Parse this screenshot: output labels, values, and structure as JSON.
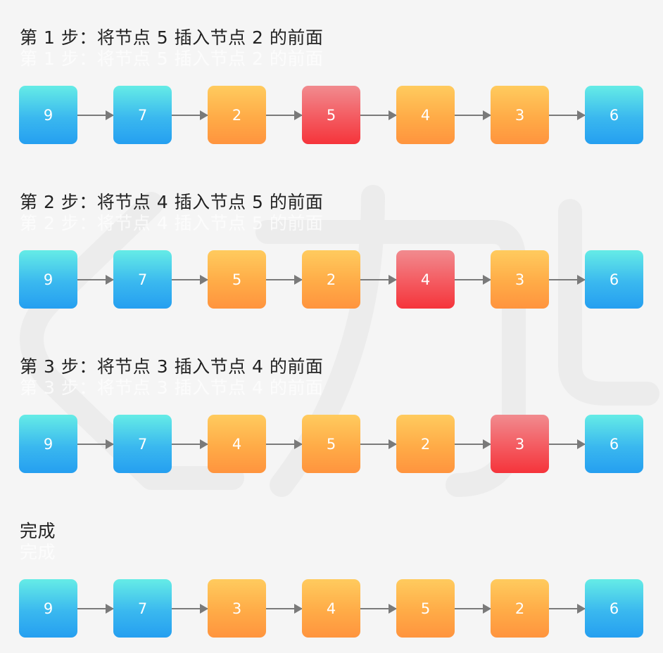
{
  "colors": {
    "blue": "#259ff0",
    "orange": "#ffab47",
    "red": "#f5343b",
    "arrow": "#7a7a7a",
    "background": "#f5f5f5"
  },
  "steps": [
    {
      "title": "第 1 步：将节点 5 插入节点 2 的前面",
      "nodes": [
        {
          "value": "9",
          "color": "blue"
        },
        {
          "value": "7",
          "color": "blue"
        },
        {
          "value": "2",
          "color": "orange"
        },
        {
          "value": "5",
          "color": "red"
        },
        {
          "value": "4",
          "color": "orange"
        },
        {
          "value": "3",
          "color": "orange"
        },
        {
          "value": "6",
          "color": "blue"
        }
      ]
    },
    {
      "title": "第 2 步：将节点 4 插入节点 5 的前面",
      "nodes": [
        {
          "value": "9",
          "color": "blue"
        },
        {
          "value": "7",
          "color": "blue"
        },
        {
          "value": "5",
          "color": "orange"
        },
        {
          "value": "2",
          "color": "orange"
        },
        {
          "value": "4",
          "color": "red"
        },
        {
          "value": "3",
          "color": "orange"
        },
        {
          "value": "6",
          "color": "blue"
        }
      ]
    },
    {
      "title": "第 3 步：将节点 3 插入节点 4 的前面",
      "nodes": [
        {
          "value": "9",
          "color": "blue"
        },
        {
          "value": "7",
          "color": "blue"
        },
        {
          "value": "4",
          "color": "orange"
        },
        {
          "value": "5",
          "color": "orange"
        },
        {
          "value": "2",
          "color": "orange"
        },
        {
          "value": "3",
          "color": "red"
        },
        {
          "value": "6",
          "color": "blue"
        }
      ]
    },
    {
      "title": "完成",
      "nodes": [
        {
          "value": "9",
          "color": "blue"
        },
        {
          "value": "7",
          "color": "blue"
        },
        {
          "value": "3",
          "color": "orange"
        },
        {
          "value": "4",
          "color": "orange"
        },
        {
          "value": "5",
          "color": "orange"
        },
        {
          "value": "2",
          "color": "orange"
        },
        {
          "value": "6",
          "color": "blue"
        }
      ]
    }
  ]
}
